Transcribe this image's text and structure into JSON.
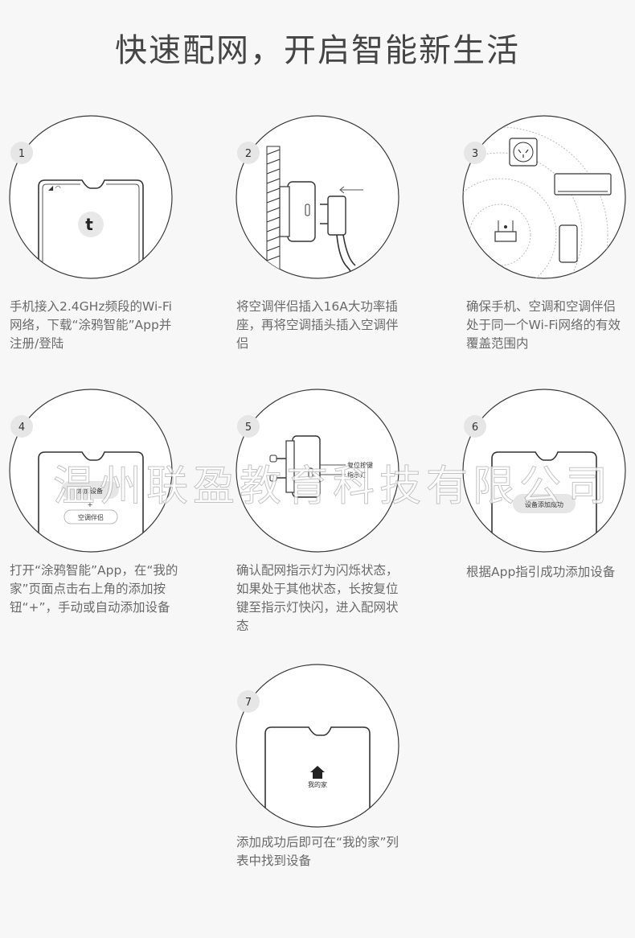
{
  "title": "快速配网，开启智能新生活",
  "watermark": "温州联盈教育科技有限公司",
  "steps": [
    {
      "num": "1",
      "text": "手机接入2.4GHz频段的Wi-Fi网络，下载“涂鸦智能”App并注册/登陆",
      "icon_letter": "t"
    },
    {
      "num": "2",
      "text": "将空调伴侣插入16A大功率插座，再将空调插头插入空调伴侣"
    },
    {
      "num": "3",
      "text": "确保手机、空调和空调伴侣处于同一个Wi-Fi网络的有效覆盖范围内"
    },
    {
      "num": "4",
      "text": "打开“涂鸦智能”App，在“我的家”页面点击右上角的添加按钮“+”，手动或自动添加设备",
      "btn1": "添加设备",
      "btn2": "空调伴侣"
    },
    {
      "num": "5",
      "text": "确认配网指示灯为闪烁状态，如果处于其他状态，长按复位键至指示灯快闪，进入配网状态",
      "label1": "复位按键",
      "label2": "指示灯"
    },
    {
      "num": "6",
      "text": "根据App指引成功添加设备",
      "btn1": "设备添加成功"
    },
    {
      "num": "7",
      "text": "添加成功后即可在“我的家”列表中找到设备",
      "home_label": "我的家"
    }
  ]
}
